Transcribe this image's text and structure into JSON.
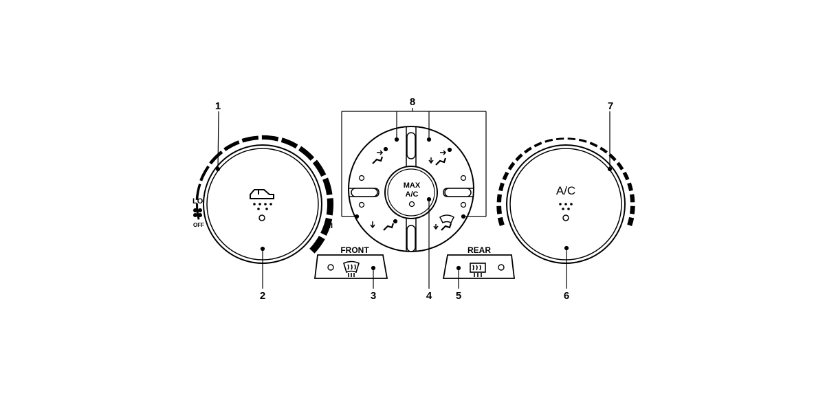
{
  "fan_dial": {
    "lo_label": "LO",
    "off_label": "OFF",
    "hi_label": "HI"
  },
  "mode_dial": {
    "center_line1": "MAX",
    "center_line2": "A/C"
  },
  "front_defrost": {
    "label": "FRONT"
  },
  "rear_defrost": {
    "label": "REAR"
  },
  "ac_dial": {
    "label": "A/C"
  },
  "callouts": {
    "c1": "1",
    "c2": "2",
    "c3": "3",
    "c4": "4",
    "c5": "5",
    "c6": "6",
    "c7": "7",
    "c8": "8"
  },
  "colors": {
    "line": "#000000",
    "background": "#ffffff"
  }
}
